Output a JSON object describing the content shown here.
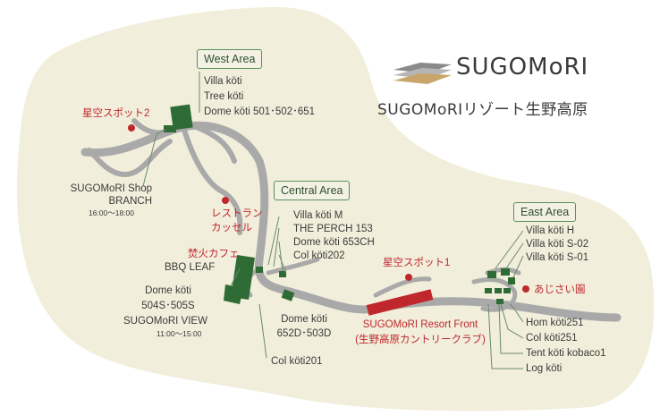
{
  "brand": {
    "name": "SUGOMoRI",
    "resort_name": "SUGOMoRIリゾート生野高原",
    "logo": "stacked-layers-logo"
  },
  "areas": {
    "west": "West Area",
    "central": "Central Area",
    "east": "East Area"
  },
  "places": {
    "west_villas": [
      "Villa köti",
      "Tree köti",
      "Dome köti 501･502･651"
    ],
    "star_spot_2": "星空スポット2",
    "shop_name": [
      "SUGOMoRI Shop",
      "BRANCH"
    ],
    "shop_hours": "16:00～18:00",
    "restaurant": [
      "レストラン",
      "カッセル"
    ],
    "bonfire": "焚火カフェ",
    "bbq": "BBQ LEAF",
    "dome_504": [
      "Dome köti",
      "504S･505S"
    ],
    "view_name": "SUGOMoRI VIEW",
    "view_hours": "11:00～15:00",
    "central_list": [
      "Villa köti M",
      "THE PERCH 153",
      "Dome köti 653CH",
      "Col köti202"
    ],
    "dome_652": [
      "Dome köti",
      "652D･503D"
    ],
    "col_201": "Col köti201",
    "star_spot_1": "星空スポット1",
    "resort_front": [
      "SUGOMoRI Resort Front",
      "(生野高原カントリークラブ)"
    ],
    "east_list": [
      "Villa köti H",
      "Villa köti S-02",
      "Villa köti S-01"
    ],
    "ajisai": "あじさい園",
    "hom": "Hom köti251",
    "col_251": "Col köti251",
    "tent": "Tent köti kobaco1",
    "log": "Log köti"
  },
  "colors": {
    "land": "#f1eedb",
    "road": "#a9a9a9",
    "building": "#2f6b35",
    "accent_red": "#c0272d",
    "leader_line": "#6b8b6b"
  }
}
